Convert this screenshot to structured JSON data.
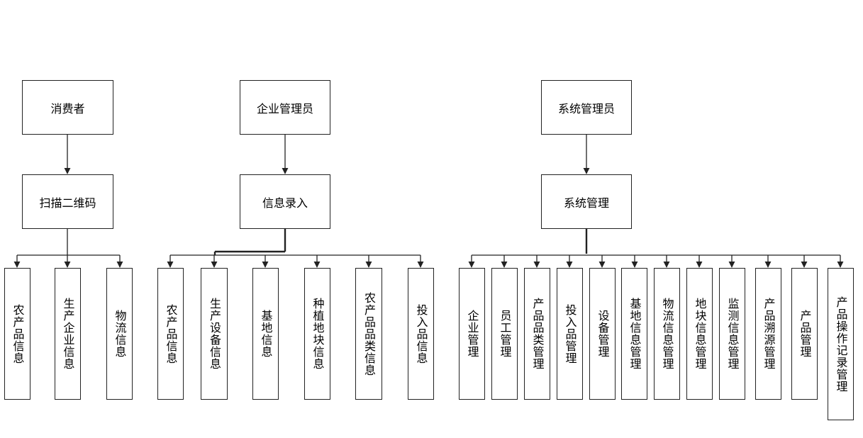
{
  "groups": {
    "consumer": {
      "root": "消费者",
      "function": "扫描二维码",
      "leaves": [
        "农产品信息",
        "生产企业信息",
        "物流信息"
      ]
    },
    "enterprise": {
      "root": "企业管理员",
      "function": "信息录入",
      "leaves": [
        "农产品信息",
        "生产设备信息",
        "基地信息",
        "种植地块信息",
        "农产品品类信息",
        "投入品信息"
      ]
    },
    "system": {
      "root": "系统管理员",
      "function": "系统管理",
      "leaves": [
        "企业管理",
        "员工管理",
        "产品品类管理",
        "投入品管理",
        "设备管理",
        "基地信息管理",
        "物流信息管理",
        "地块信息管理",
        "监测信息管理",
        "产品溯源管理",
        "产品管理",
        "产品操作记录管理"
      ]
    }
  },
  "colors": {
    "line": "#222222",
    "box_border": "#222222"
  }
}
